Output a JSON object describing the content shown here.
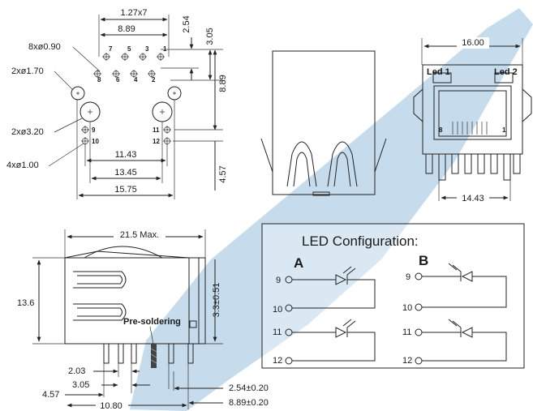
{
  "watermark": {
    "color": "#bcd6ea"
  },
  "footprint": {
    "pitch": "1.27x7",
    "row_span": "8.89",
    "row_offset": "2.54",
    "row_to_holes": "3.05",
    "row_to_led": "8.89",
    "pin_holes": "8xø0.90",
    "mount_holes": "2xø1.70",
    "guide_holes": "2xø3.20",
    "led_holes": "4xø1.00",
    "led_span": "11.43",
    "guide_span": "13.45",
    "outer_span": "15.75",
    "vertical_offset": "4.57",
    "pin_numbers_top": [
      "7",
      "5",
      "3",
      "1"
    ],
    "pin_numbers_bottom": [
      "8",
      "6",
      "4",
      "2"
    ],
    "led_pins_left": [
      "9",
      "10"
    ],
    "led_pins_right": [
      "11",
      "12"
    ]
  },
  "rear_view": {
    "width": "16.00",
    "led1": "Led 1",
    "led2": "Led 2",
    "pin_first": "8",
    "pin_last": "1",
    "pin_span": "14.43"
  },
  "side_view": {
    "length": "21.5 Max.",
    "height": "13.6",
    "board_height": "3.3±0.51",
    "pre_soldering": "Pre-soldering",
    "d_203": "2.03",
    "d_305": "3.05",
    "d_457": "4.57",
    "d_1080": "10.80",
    "d_254": "2.54±0.20",
    "d_889": "8.89±0.20"
  },
  "led_config": {
    "title": "LED Configuration:",
    "label_a": "A",
    "label_b": "B",
    "pins": [
      "9",
      "10",
      "11",
      "12"
    ]
  }
}
